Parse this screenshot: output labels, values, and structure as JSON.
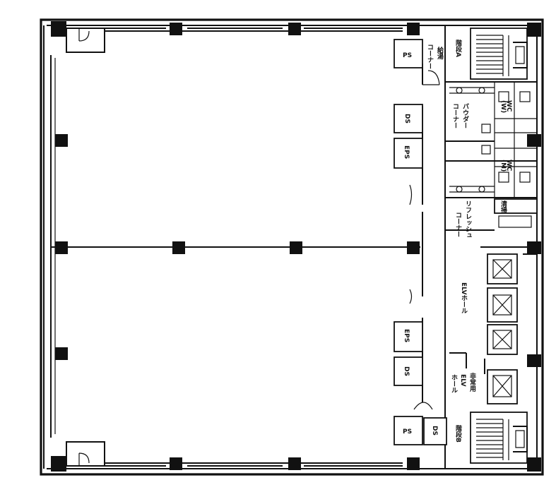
{
  "labels": {
    "ps": "PS",
    "ds": "DS",
    "eps": "EPS",
    "stair_a": "階段A",
    "stair_b": "階段B",
    "kyuto": "給湯",
    "corner": "コーナー",
    "powder": "パウダー",
    "powder_corner": "コーナー",
    "wc_w": "WC",
    "wc_w_sub": "(W)",
    "wc_m": "WC",
    "wc_m_sub": "(M)",
    "cleaning": "清掃",
    "refresh": "リフレッシュ",
    "refresh_corner": "コーナー",
    "elv_hall": "ELVホール",
    "freight": "非常用",
    "freight_elv": "ELV",
    "freight_hall": "ホール"
  }
}
